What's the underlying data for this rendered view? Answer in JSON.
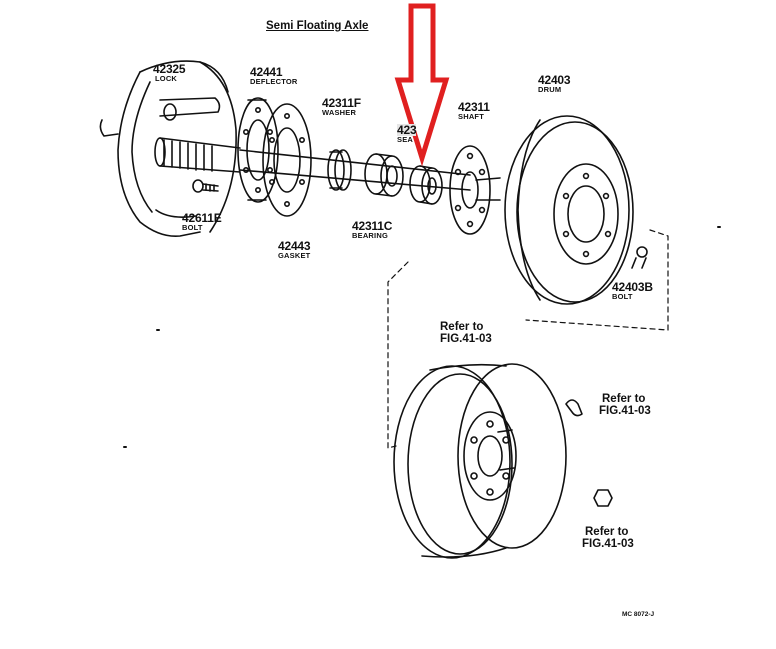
{
  "diagram": {
    "title": "Semi Floating Axle",
    "figure_code": "MC 8072-J",
    "parts": [
      {
        "number": "42325",
        "name": "LOCK"
      },
      {
        "number": "42441",
        "name": "DEFLECTOR"
      },
      {
        "number": "42311F",
        "name": "WASHER"
      },
      {
        "number": "42311",
        "name": "SHAFT"
      },
      {
        "number": "42403",
        "name": "DRUM"
      },
      {
        "number": "42611E",
        "name": "BOLT"
      },
      {
        "number": "42443",
        "name": "GASKET"
      },
      {
        "number": "42311C",
        "name": "BEARING"
      },
      {
        "number": "42403B",
        "name": "BOLT"
      },
      {
        "number": "423",
        "name": "SEA"
      }
    ],
    "references": [
      {
        "line1": "Refer to",
        "line2": "FIG.41-03"
      },
      {
        "line1": "Refer to",
        "line2": "FIG.41-03"
      },
      {
        "line1": "Refer to",
        "line2": "FIG.41-03"
      }
    ],
    "colors": {
      "arrow": "#e02020",
      "ink": "#111111"
    },
    "arrow_icon": "down-arrow-icon"
  }
}
